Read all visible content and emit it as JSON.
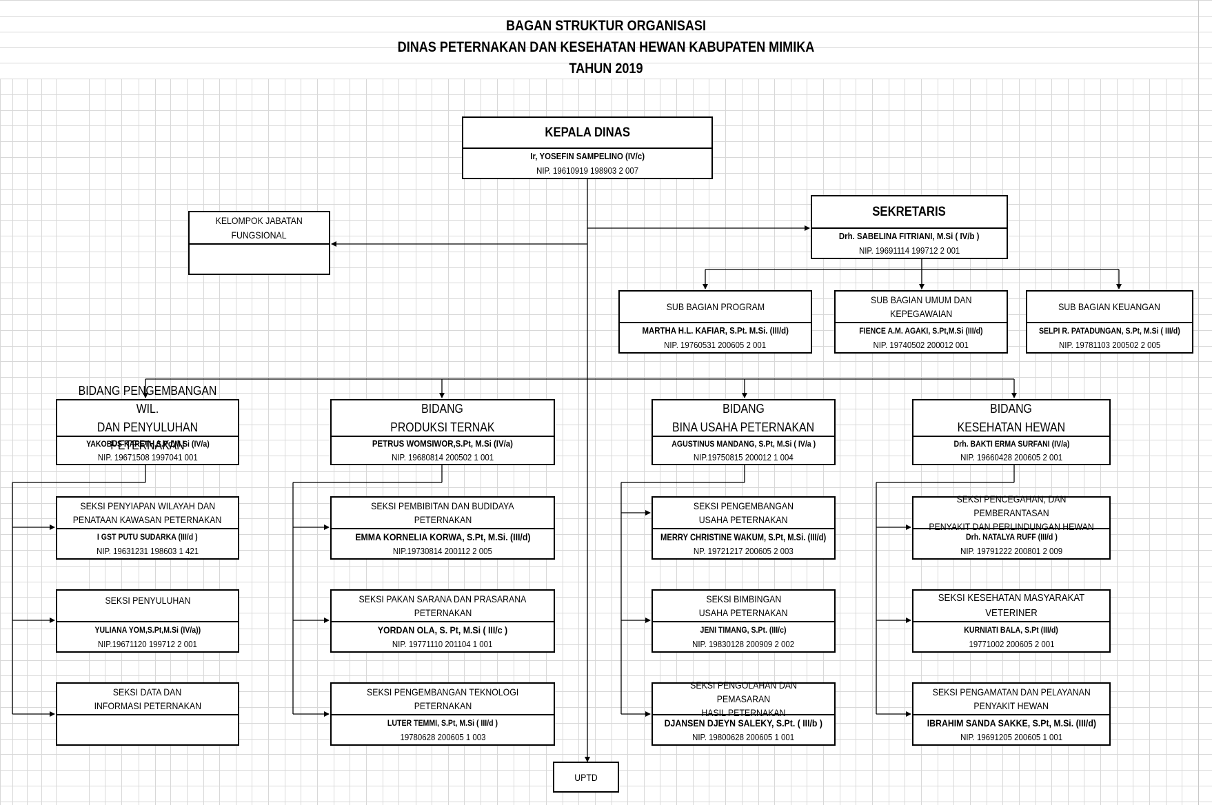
{
  "title": {
    "line1": "BAGAN STRUKTUR ORGANISASI",
    "line2": "DINAS PETERNAKAN DAN KESEHATAN HEWAN KABUPATEN MIMIKA",
    "line3": "TAHUN 2019"
  },
  "kepala": {
    "title": "KEPALA DINAS",
    "name": "Ir, YOSEFIN SAMPELINO  (IV/c)",
    "nip": "NIP. 19610919 198903 2 007"
  },
  "kelompok": {
    "line1": "KELOMPOK JABATAN",
    "line2": "FUNGSIONAL"
  },
  "sekretaris": {
    "title": "SEKRETARIS",
    "name": "Drh. SABELINA FITRIANI, M.Si ( IV/b )",
    "nip": "NIP. 19691114 199712 2 001"
  },
  "subbagian": [
    {
      "line1": "SUB BAGIAN PROGRAM",
      "line2": "",
      "name": "MARTHA H.L. KAFIAR, S.Pt. M.Si. (III/d)",
      "nip": "NIP. 19760531 200605 2 001"
    },
    {
      "line1": "SUB BAGIAN UMUM DAN",
      "line2": "KEPEGAWAIAN",
      "name": "FIENCE A.M. AGAKI, S.Pt,M.Si (III/d)",
      "nip": "NIP. 19740502 200012 001"
    },
    {
      "line1": "SUB BAGIAN KEUANGAN",
      "line2": "",
      "name": "SELPI R. PATADUNGAN, S.Pt, M.Si ( III/d)",
      "nip": "NIP. 19781103 200502 2 005"
    }
  ],
  "bidang": [
    {
      "line1": "BIDANG PENGEMBANGAN WIL.",
      "line2": "DAN PENYULUHAN PETERNAKAN",
      "name": "YAKOBUS KARETH,S.Pd,M.Si (IV/a)",
      "nip": "NIP. 19671508 1997041 001",
      "seksi": [
        {
          "line1": "SEKSI PENYIAPAN WILAYAH DAN",
          "line2": "PENATAAN KAWASAN PETERNAKAN",
          "name": "I GST PUTU SUDARKA  (III/d )",
          "nip": "NIP. 19631231 198603 1 421"
        },
        {
          "line1": "SEKSI PENYULUHAN",
          "line2": "",
          "name": "YULIANA YOM,S.Pt,M.Si (IV/a))",
          "nip": "NIP.19671120 199712 2 001"
        },
        {
          "line1": "SEKSI DATA DAN",
          "line2": "INFORMASI PETERNAKAN",
          "name": "",
          "nip": ""
        }
      ]
    },
    {
      "line1": "BIDANG",
      "line2": "PRODUKSI TERNAK",
      "name": "PETRUS WOMSIWOR,S.Pt, M.Si (IV/a)",
      "nip": "NIP. 19680814 200502 1 001",
      "seksi": [
        {
          "line1": "SEKSI  PEMBIBITAN  DAN BUDIDAYA",
          "line2": "PETERNAKAN",
          "name": "EMMA KORNELIA KORWA, S.Pt, M.Si. (III/d)",
          "nip": "NIP.19730814 200112 2 005"
        },
        {
          "line1": "SEKSI PAKAN  SARANA DAN  PRASARANA",
          "line2": "PETERNAKAN",
          "name": "YORDAN OLA, S. Pt, M.Si ( III/c )",
          "nip": "NIP. 19771110 201104 1 001"
        },
        {
          "line1": "SEKSI PENGEMBANGAN TEKNOLOGI",
          "line2": "PETERNAKAN",
          "name": "LUTER TEMMI,  S.Pt, M.Si ( III/d )",
          "nip": "19780628 200605 1 003"
        }
      ]
    },
    {
      "line1": "BIDANG",
      "line2": "BINA USAHA PETERNAKAN",
      "name": "AGUSTINUS MANDANG, S.Pt, M.Si ( IV/a )",
      "nip": "NIP.19750815 200012 1 004",
      "seksi": [
        {
          "line1": "SEKSI  PENGEMBANGAN",
          "line2": "USAHA PETERNAKAN",
          "name": "MERRY CHRISTINE WAKUM, S.Pt, M.Si. (III/d)",
          "nip": "NP. 19721217 200605 2 003"
        },
        {
          "line1": "SEKSI BIMBINGAN",
          "line2": "USAHA PETERNAKAN",
          "name": "JENI TIMANG, S.Pt. (III/c)",
          "nip": "NIP. 19830128 200909 2 002"
        },
        {
          "line1": "SEKSI  PENGOLAHAN DAN PEMASARAN",
          "line2": "HASIL PETERNAKAN",
          "name": "DJANSEN DJEYN SALEKY, S.Pt. ( III/b )",
          "nip": "NIP. 19800628 200605 1 001"
        }
      ]
    },
    {
      "line1": "BIDANG",
      "line2": "KESEHATAN HEWAN",
      "name": "Drh. BAKTI ERMA SURFANI (IV/a)",
      "nip": "NIP. 19660428 200605 2 001",
      "seksi": [
        {
          "line1": "SEKSI   PENCEGAHAN, DAN PEMBERANTASAN",
          "line2": "PENYAKIT DAN PERLINDUNGAN HEWAN",
          "name": "Drh. NATALYA  RUFF  (III/d )",
          "nip": "NIP. 19791222 200801 2 009"
        },
        {
          "line1": "SEKSI   KESEHATAN MASYARAKAT VETERINER",
          "line2": "",
          "name": "KURNIATI BALA, S.Pt (III/d)",
          "nip": "19771002 200605 2 001"
        },
        {
          "line1": "SEKSI PENGAMATAN DAN PELAYANAN",
          "line2": "PENYAKIT HEWAN",
          "name": "IBRAHIM SANDA SAKKE, S.Pt, M.Si. (III/d)",
          "nip": "NIP. 19691205 200605 1 001"
        }
      ]
    }
  ],
  "uptd": "UPTD"
}
